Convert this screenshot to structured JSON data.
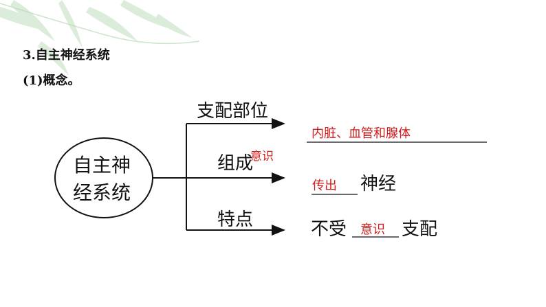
{
  "heading": "3.自主神经系统",
  "subheading": "(1)概念。",
  "diagram": {
    "center_line1": "自主神",
    "center_line2": "经系统",
    "branches": [
      {
        "label": "支配部位",
        "answer": "内脏、血管和腺体"
      },
      {
        "label": "组成",
        "answer": "传出",
        "suffix": "神经",
        "overlay": "意识"
      },
      {
        "label": "特点",
        "prefix": "不受",
        "answer": "意识",
        "suffix": "支配"
      }
    ]
  },
  "colors": {
    "answer": "#d11a1a",
    "text": "#111111"
  }
}
